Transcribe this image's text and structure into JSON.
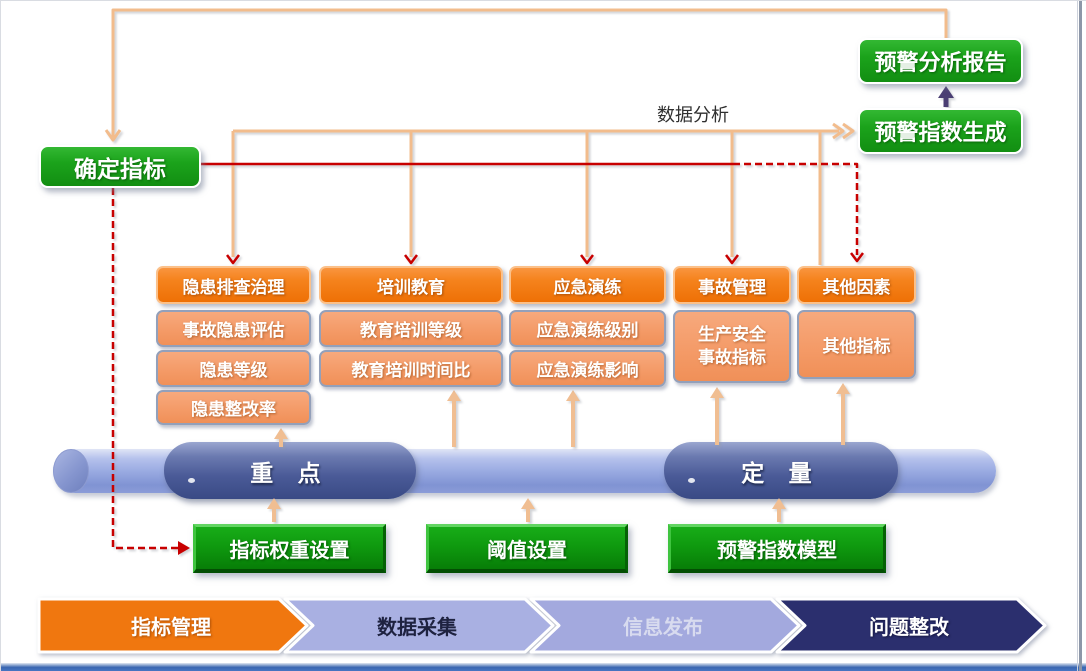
{
  "labels": {
    "data_analysis": "数据分析"
  },
  "green_boxes": {
    "confirm": "确定指标",
    "report": "预警分析报告",
    "index_gen": "预警指数生成"
  },
  "green_buttons": {
    "weight": "指标权重设置",
    "threshold": "阈值设置",
    "model": "预警指数模型"
  },
  "columns": [
    {
      "header": "隐患排查治理",
      "items": [
        "事故隐患评估",
        "隐患等级",
        "隐患整改率"
      ]
    },
    {
      "header": "培训教育",
      "items": [
        "教育培训等级",
        "教育培训时间比"
      ]
    },
    {
      "header": "应急演练",
      "items": [
        "应急演练级别",
        "应急演练影响"
      ]
    },
    {
      "header": "事故管理",
      "items": [
        "生产安全事故指标"
      ]
    },
    {
      "header": "其他因素",
      "items": [
        "其他指标"
      ]
    }
  ],
  "cylinder": {
    "left": "重 点",
    "right": "定 量"
  },
  "banner": {
    "steps": [
      {
        "label": "指标管理",
        "fill": "#F0770F",
        "text_color": "#FFFFFF"
      },
      {
        "label": "数据采集",
        "fill": "#A9B0E2",
        "text_color": "#1E2240"
      },
      {
        "label": "信息发布",
        "fill": "#A3A9DE",
        "text_color": "#D8DBEF"
      },
      {
        "label": "问题整改",
        "fill": "#2B2F6E",
        "text_color": "#FFFFFF"
      }
    ]
  },
  "colors": {
    "green_box": "#16A216",
    "orange_header": "#F0770F",
    "orange_sub": "#F59C6D",
    "connector_orange": "#F2BC8C",
    "connector_red": "#C80000",
    "connector_purple": "#4A3E73",
    "pipe": "#9AABE2",
    "bulge": "#4A5A97",
    "bottom_bar": "#3A66B1"
  }
}
